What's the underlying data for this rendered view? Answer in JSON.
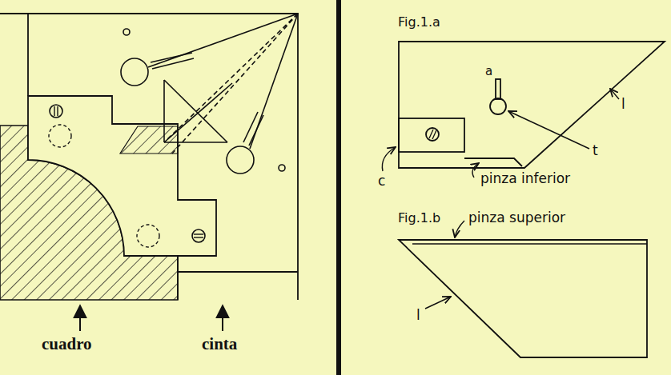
{
  "diagram": {
    "labels": [
      "cuadro",
      "cinta",
      "Fig.1.a",
      "a",
      "l",
      "t",
      "c",
      "pinza inferior",
      "Fig.1.b",
      "pinza superior",
      "l"
    ]
  }
}
